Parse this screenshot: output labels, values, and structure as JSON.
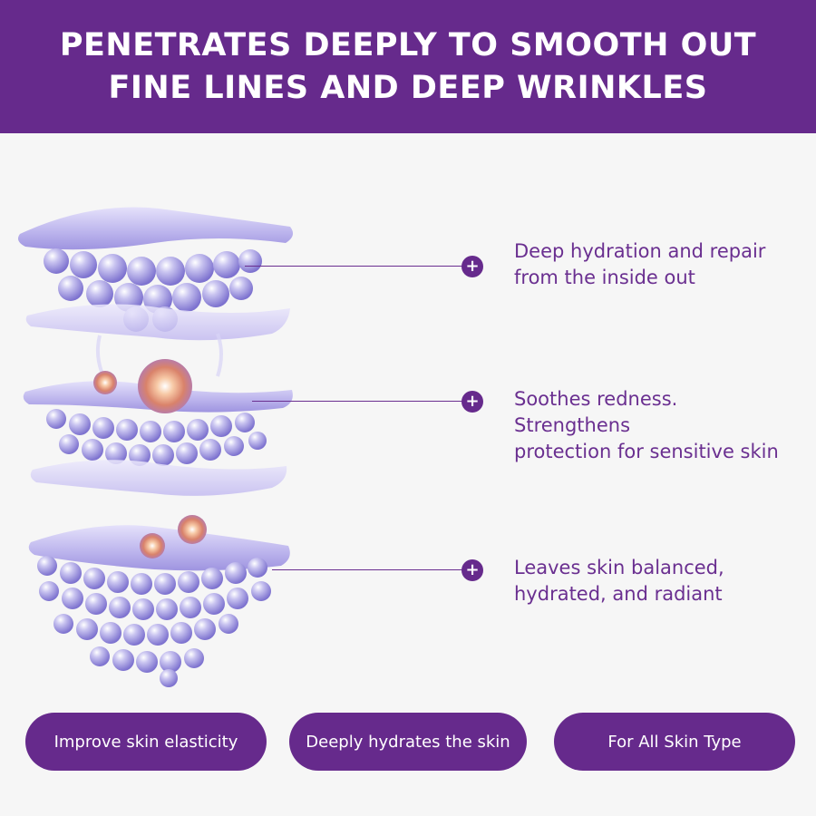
{
  "header": {
    "title": "PENETRATES DEEPLY TO SMOOTH OUT FINE LINES AND DEEP WRINKLES"
  },
  "features": [
    {
      "icon": "plus-icon",
      "text": "Deep hydration and repair\nfrom the inside out"
    },
    {
      "icon": "plus-icon",
      "text": "Soothes redness.\nStrengthens\nprotection for sensitive skin"
    },
    {
      "icon": "plus-icon",
      "text": "Leaves skin balanced,\nhydrated, and radiant"
    }
  ],
  "badges": [
    {
      "label": "Improve skin elasticity"
    },
    {
      "label": "Deeply hydrates the skin"
    },
    {
      "label": "For All Skin Type"
    }
  ],
  "illustration": {
    "name": "skin-layers-illustration"
  },
  "colors": {
    "brand_purple": "#662a8c",
    "text_purple": "#6a2f90",
    "background": "#f6f6f6"
  }
}
